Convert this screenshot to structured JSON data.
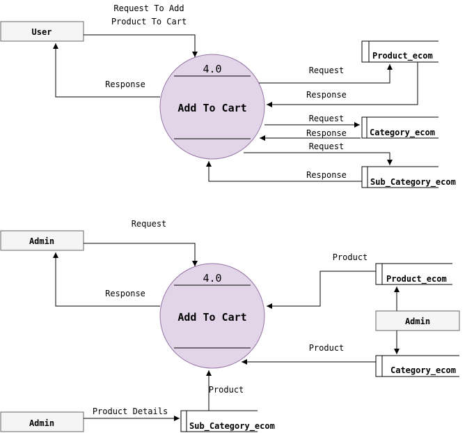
{
  "diagram_top": {
    "process": {
      "number": "4.0",
      "name": "Add To Cart"
    },
    "entity_user": "User",
    "store_product": "Product_ecom",
    "store_category": "Category_ecom",
    "store_subcategory": "Sub_Category_ecom",
    "flow_user_request_line1": "Request To Add",
    "flow_user_request_line2": "Product To Cart",
    "flow_user_response": "Response",
    "flow_product_request": "Request",
    "flow_product_response": "Response",
    "flow_category_request": "Request",
    "flow_category_response": "Response",
    "flow_subcategory_request": "Request",
    "flow_subcategory_response": "Response"
  },
  "diagram_bottom": {
    "process": {
      "number": "4.0",
      "name": "Add To Cart"
    },
    "entity_admin_top": "Admin",
    "entity_admin_right": "Admin",
    "entity_admin_bottom": "Admin",
    "store_product": "Product_ecom",
    "store_category": "Category_ecom",
    "store_subcategory": "Sub_Category_ecom",
    "flow_admin_request": "Request",
    "flow_admin_response": "Response",
    "flow_product": "Product",
    "flow_category_product": "Product",
    "flow_subcategory_product": "Product",
    "flow_product_details": "Product Details"
  },
  "colors": {
    "process_fill": "#e1d5e7",
    "process_stroke": "#9673a6",
    "entity_fill": "#f5f5f5",
    "entity_stroke": "#666666",
    "line": "#000000"
  }
}
